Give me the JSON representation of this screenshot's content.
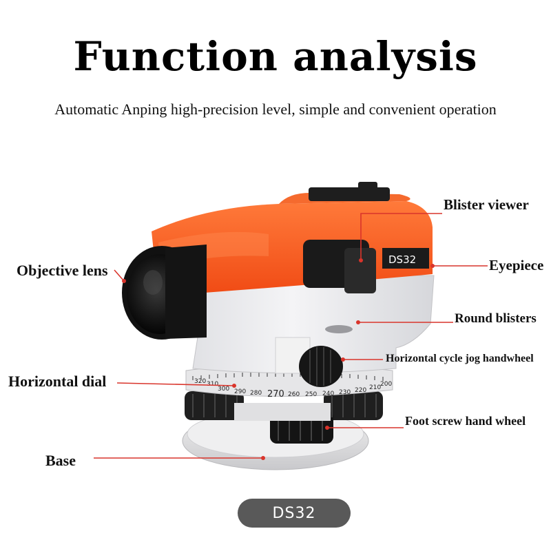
{
  "title": "Function analysis",
  "subtitle": "Automatic Anping high-precision level, simple and convenient operation",
  "labels": {
    "objective_lens": "Objective lens",
    "blister_viewer": "Blister viewer",
    "eyepiece": "Eyepiece",
    "round_blisters": "Round blisters",
    "jog_handwheel": "Horizontal cycle jog handwheel",
    "horizontal_dial": "Horizontal dial",
    "foot_screw": "Foot screw hand wheel",
    "base": "Base"
  },
  "product": {
    "model_on_body": "DS32",
    "dial_scale": [
      "300",
      "290",
      "280",
      "270",
      "260",
      "250",
      "240",
      "230",
      "220",
      "210",
      "200"
    ],
    "dial_scale_left": [
      "320",
      "310"
    ]
  },
  "badge": "DS32",
  "colors": {
    "body_orange": "#ff5a1f",
    "leader_red": "#d9342b",
    "badge_bg": "#595959"
  }
}
